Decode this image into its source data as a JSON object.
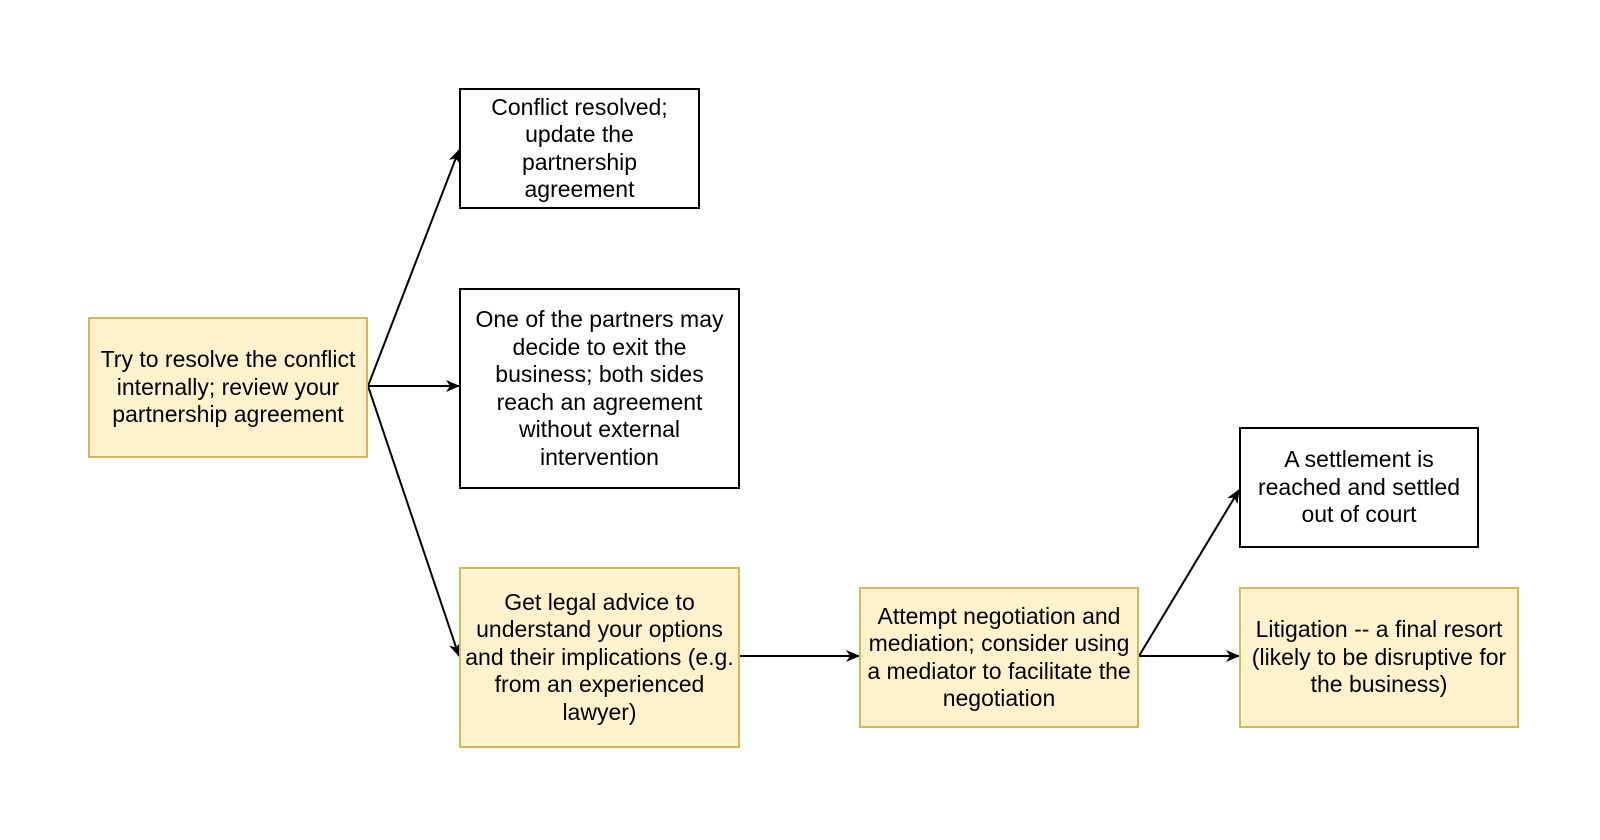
{
  "diagram": {
    "nodes": {
      "start": {
        "label": "Try to resolve the conflict internally; review your partnership agreement",
        "fill": "#fff2cc",
        "stroke": "#d6b656"
      },
      "resolved": {
        "label": "Conflict resolved; update the partnership agreement",
        "fill": "#ffffff",
        "stroke": "#000000"
      },
      "exit": {
        "label": "One of the partners may decide to exit the business; both sides reach an agreement without external intervention",
        "fill": "#ffffff",
        "stroke": "#000000"
      },
      "legal": {
        "label": "Get legal advice to understand your options and their implications (e.g. from an experienced lawyer)",
        "fill": "#fff2cc",
        "stroke": "#d6b656"
      },
      "mediate": {
        "label": "Attempt negotiation and mediation; consider using a mediator to facilitate the negotiation",
        "fill": "#fff2cc",
        "stroke": "#d6b656"
      },
      "settle": {
        "label": "A settlement is reached and settled out of court",
        "fill": "#ffffff",
        "stroke": "#000000"
      },
      "litigation": {
        "label": "Litigation -- a final resort (likely to be disruptive for the business)",
        "fill": "#fff2cc",
        "stroke": "#d6b656"
      }
    },
    "edges": [
      {
        "from": "start",
        "to": "resolved"
      },
      {
        "from": "start",
        "to": "exit"
      },
      {
        "from": "start",
        "to": "legal"
      },
      {
        "from": "legal",
        "to": "mediate"
      },
      {
        "from": "mediate",
        "to": "settle"
      },
      {
        "from": "mediate",
        "to": "litigation"
      }
    ]
  }
}
